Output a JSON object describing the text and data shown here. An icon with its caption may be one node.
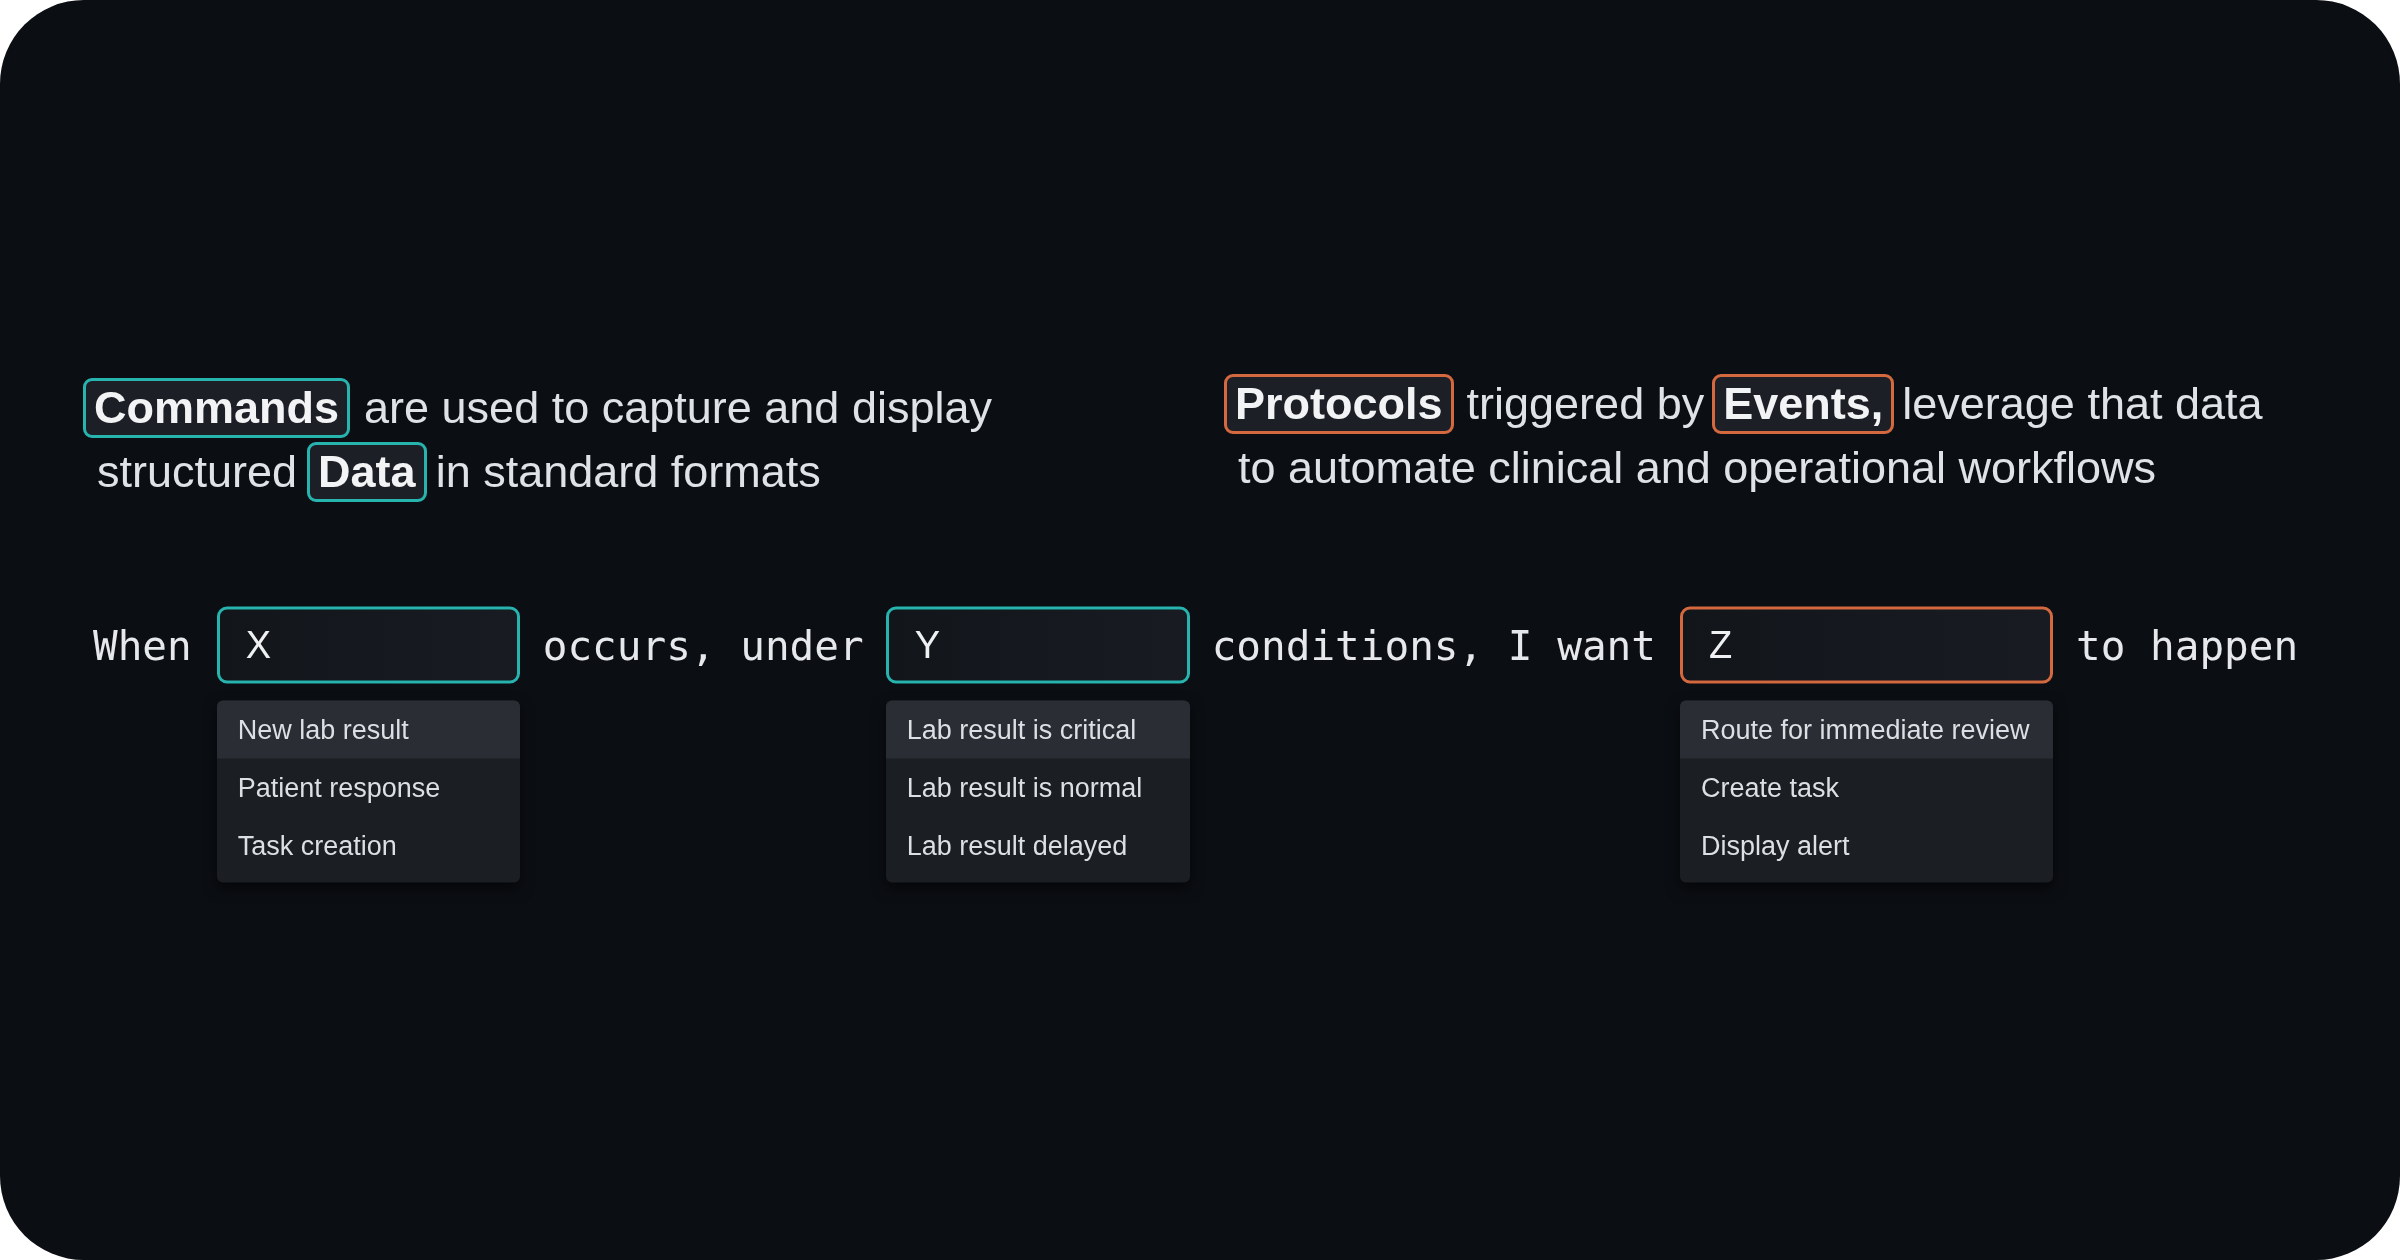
{
  "diagram": {
    "nodes": [
      {
        "text": [
          "Commands"
        ]
      },
      {
        "text": [
          "Data"
        ]
      },
      {
        "text": [
          "Protocols"
        ]
      },
      {
        "text": [
          "Events,"
        ]
      },
      {
        "text": [
          "X"
        ]
      },
      {
        "text": [
          "New lab result",
          "Patient response",
          "Task creation"
        ]
      },
      {
        "text": [
          "Y"
        ]
      },
      {
        "text": [
          "Lab result is critical",
          "Lab result is normal",
          "Lab result delayed"
        ]
      },
      {
        "text": [
          "Z"
        ]
      },
      {
        "text": [
          "Route for immediate review",
          "Create task",
          "Display alert"
        ]
      }
    ],
    "labels": [
      "are used to capture and display",
      "structured",
      "in standard formats",
      "triggered by",
      "leverage that data",
      "to automate clinical and operational workflows",
      "When",
      "occurs, under",
      "conditions, I want",
      "to happen"
    ]
  }
}
